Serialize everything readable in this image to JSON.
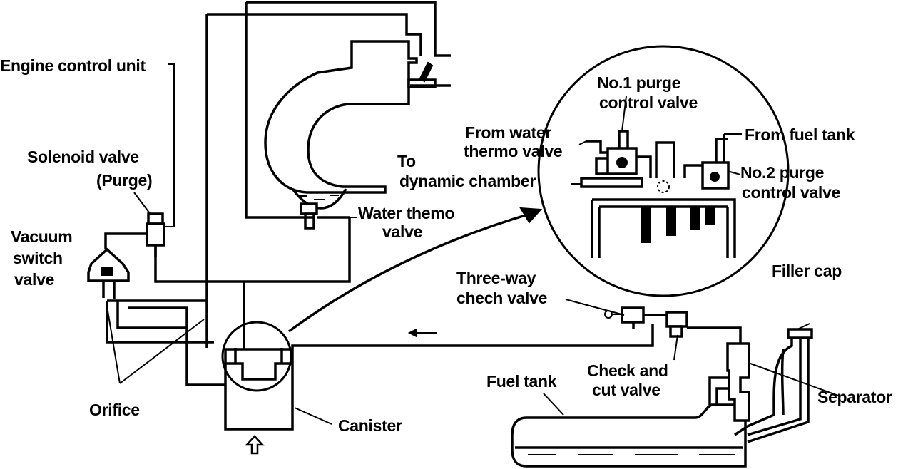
{
  "labels": {
    "engine_control_unit": "Engine control unit",
    "solenoid_valve_line1": "Solenoid valve",
    "solenoid_valve_line2": "(Purge)",
    "vacuum_switch_line1": "Vacuum",
    "vacuum_switch_line2": "switch",
    "vacuum_switch_line3": "valve",
    "orifice": "Orifice",
    "canister": "Canister",
    "to_dynamic_line1": "To",
    "to_dynamic_line2": "dynamic chamber",
    "water_thermo_line1": "Water themo",
    "water_thermo_line2": "valve",
    "no1_purge_line1": "No.1 purge",
    "no1_purge_line2": "control valve",
    "from_water_line1": "From water",
    "from_water_line2": "thermo valve",
    "from_fuel_tank": "From fuel tank",
    "no2_purge_line1": "No.2 purge",
    "no2_purge_line2": "control valve",
    "three_way_line1": "Three-way",
    "three_way_line2": "chech valve",
    "filler_cap": "Filler cap",
    "check_cut_line1": "Check and",
    "check_cut_line2": "cut valve",
    "fuel_tank": "Fuel tank",
    "separator": "Separator"
  },
  "colors": {
    "ink": "#000000",
    "paper": "#ffffff"
  },
  "icons": {
    "flow_arrow": "left-arrow-icon",
    "air_inlet_arrow": "up-arrow-icon",
    "detail_pointer": "curved-arrow-icon"
  }
}
